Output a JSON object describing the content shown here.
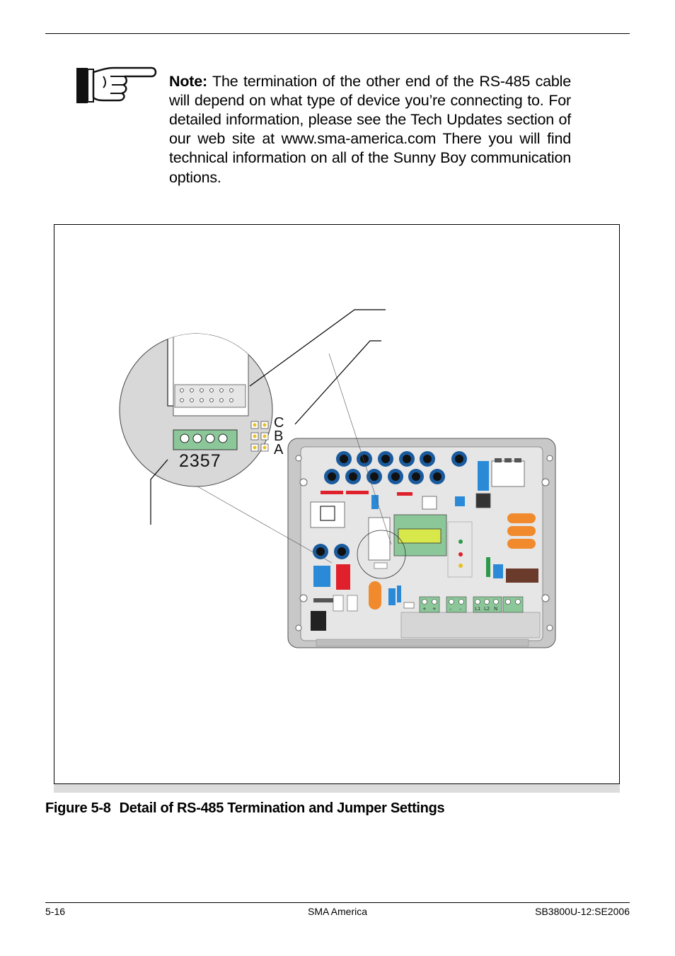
{
  "note": {
    "label": "Note:",
    "text": " The termination of the other end of the RS-485 cable will depend on what type of device you’re connecting to. For detailed information, please see the Tech Updates section of our web site at www.sma-america.com There you will find technical information on all of the Sunny Boy communication options."
  },
  "figure": {
    "terminal_numbers": "2357",
    "jumper_labels": [
      "C",
      "B",
      "A"
    ],
    "connector_labels": [
      "+",
      "+",
      "–",
      "–",
      "L1",
      "L2",
      "N"
    ]
  },
  "caption": {
    "number": "Figure 5-8",
    "title": "Detail of RS-485 Termination and Jumper Settings"
  },
  "footer": {
    "page": "5-16",
    "company": "SMA America",
    "doc_id": "SB3800U-12:SE2006"
  },
  "colors": {
    "board_green": "#8cc79a",
    "cap_blue": "#1a5a9c",
    "accent_orange": "#f08a2c",
    "red": "#e0202a",
    "lcd_yellow": "#d8e84a"
  }
}
